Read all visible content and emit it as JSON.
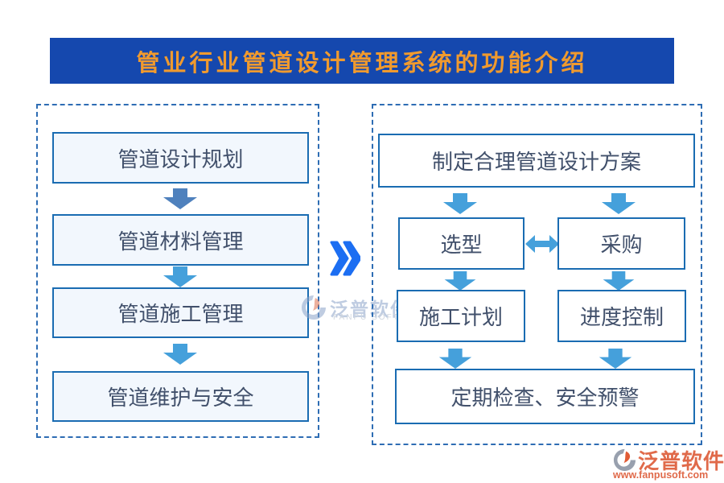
{
  "banner": {
    "title": "管业行业管道设计管理系统的功能介绍"
  },
  "left_panel": {
    "boxes": [
      "管道设计规划",
      "管道材料管理",
      "管道施工管理",
      "管道维护与安全"
    ]
  },
  "right_panel": {
    "top_box": "制定合理管道设计方案",
    "row1": [
      "选型",
      "采购"
    ],
    "row2": [
      "施工计划",
      "进度控制"
    ],
    "bottom_box": "定期检查、安全预警"
  },
  "connector": {
    "symbol": "»"
  },
  "watermark": {
    "name_cn": "泛普软件",
    "name_en": "FANPU SOFTWARE"
  },
  "footer_logo": {
    "name_cn": "泛普软件",
    "url": "www.fanpusoft.com"
  },
  "colors": {
    "banner_bg": "#1548ae",
    "banner_text": "#f09a2e",
    "box_border": "#1a6cb2",
    "box_fill_left": "#f2f7fd",
    "box_fill_right": "#ffffff",
    "box_text": "#41506b",
    "dashed_border": "#2e6db4",
    "arrow_first": "#4f81bd",
    "arrow_light": "#45a0db",
    "chevron": "#1c6ef2",
    "logo_orange": "#e06a4a",
    "logo_gray": "#98a0ae"
  }
}
